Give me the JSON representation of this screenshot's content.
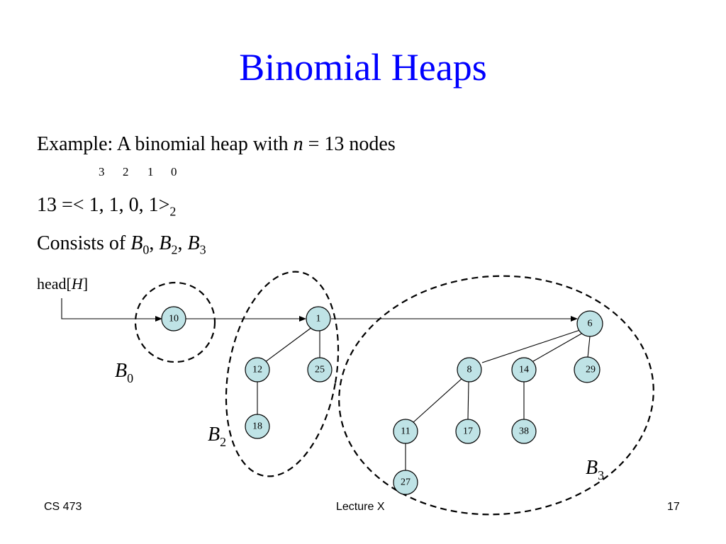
{
  "title": "Binomial Heaps",
  "example": {
    "prefix": "Example: A binomial heap with ",
    "var": "n",
    "suffix": " = 13 nodes"
  },
  "bit_indices": [
    "3",
    "2",
    "1",
    "0"
  ],
  "binary": {
    "text": "13 =< 1, 1, 0, 1>",
    "sub": "2"
  },
  "consists": {
    "prefix": "Consists of ",
    "terms": [
      {
        "var": "B",
        "sub": "0",
        "sep": ", "
      },
      {
        "var": "B",
        "sub": "2",
        "sep": ", "
      },
      {
        "var": "B",
        "sub": "3",
        "sep": ""
      }
    ]
  },
  "head_label": {
    "prefix": "head[",
    "var": "H",
    "suffix": "]"
  },
  "tree_labels": {
    "b0": {
      "var": "B",
      "sub": "0"
    },
    "b2": {
      "var": "B",
      "sub": "2"
    },
    "b3": {
      "var": "B",
      "sub": "3"
    }
  },
  "nodes": {
    "n10": "10",
    "n1": "1",
    "n12": "12",
    "n25": "25",
    "n18": "18",
    "n6": "6",
    "n8": "8",
    "n14": "14",
    "n29": "29",
    "n11": "11",
    "n17": "17",
    "n38": "38",
    "n27": "27"
  },
  "colors": {
    "title": "#0000ff",
    "node_fill": "#bfe3e6"
  },
  "footer": {
    "left": "CS 473",
    "center": "Lecture X",
    "right": "17"
  }
}
